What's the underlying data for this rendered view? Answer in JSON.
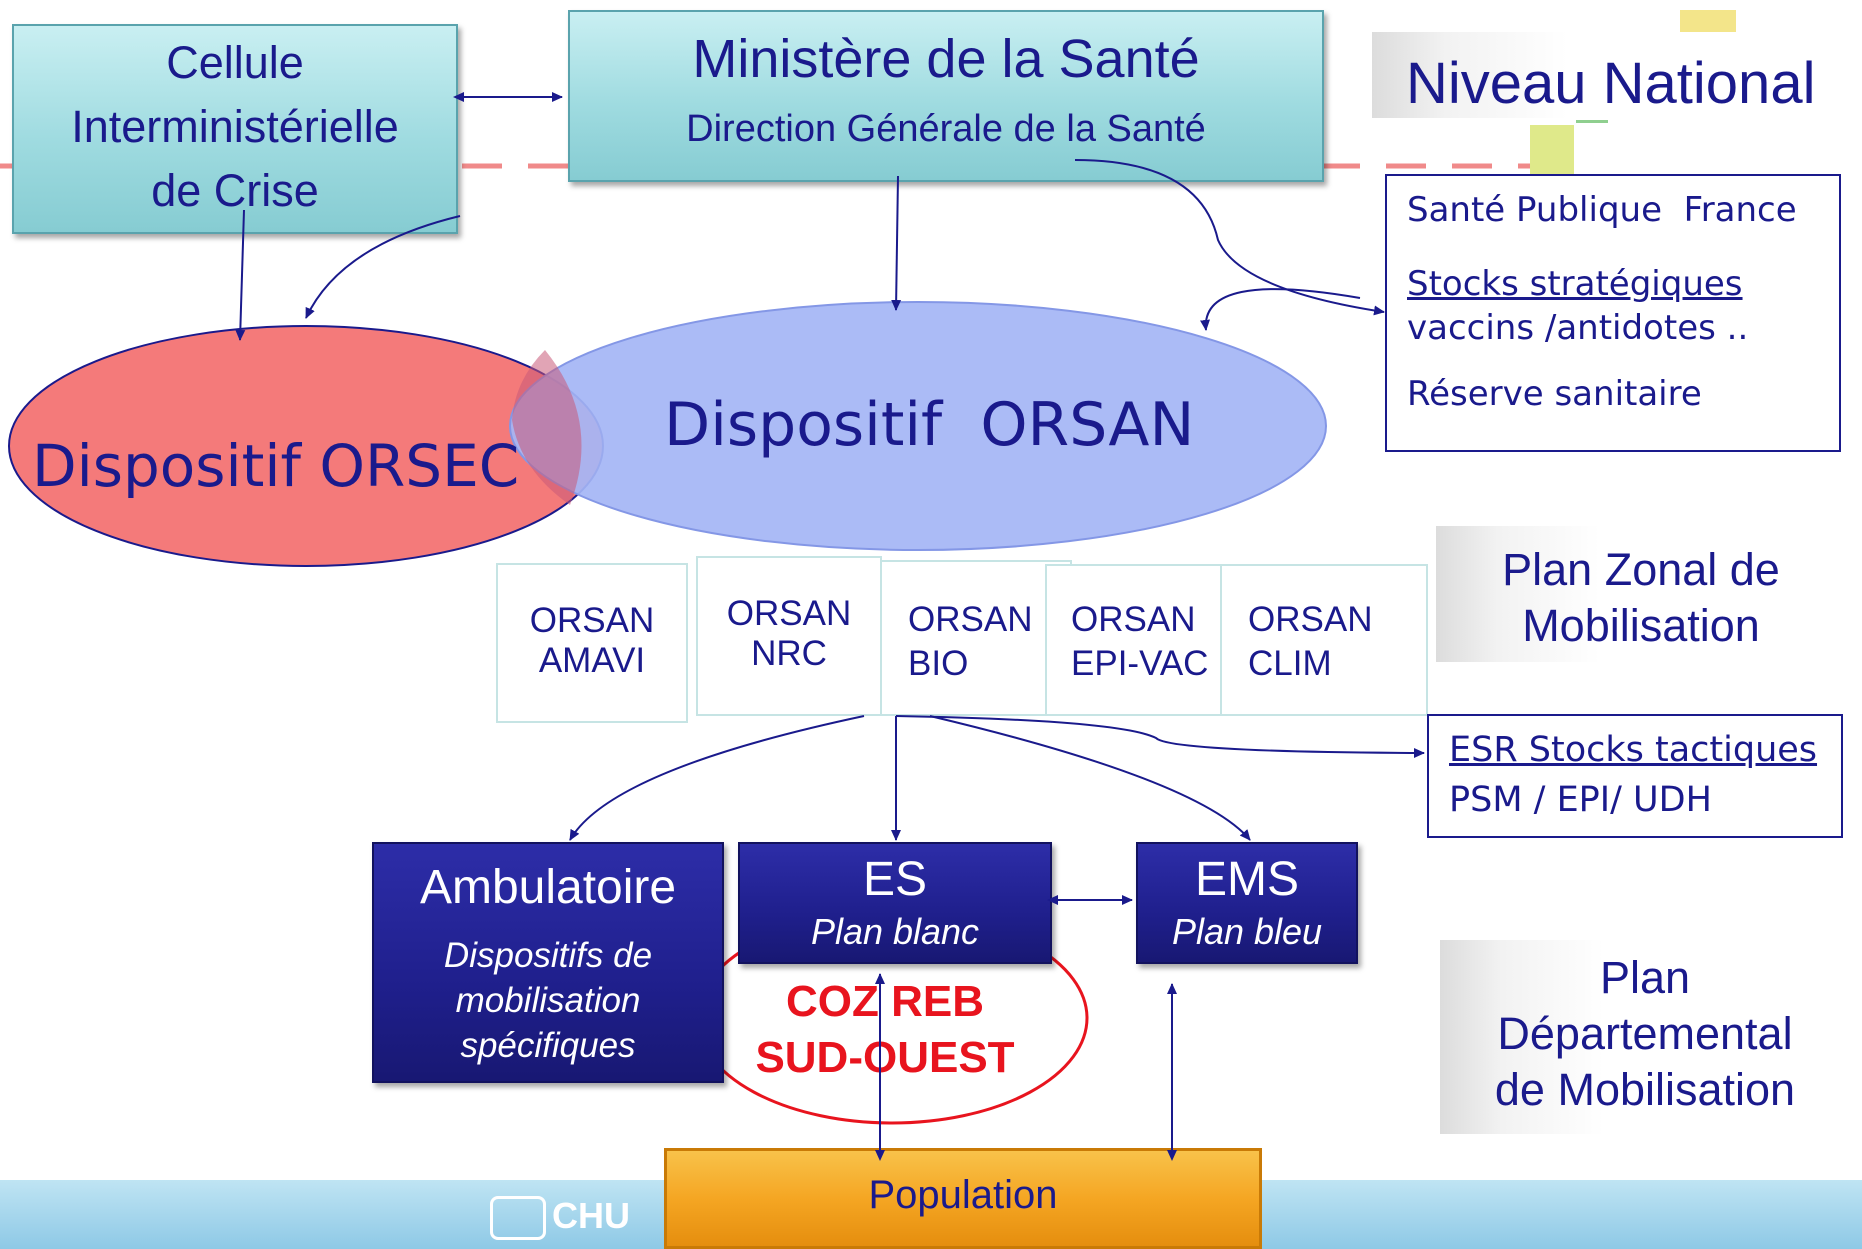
{
  "boxes": {
    "cellule": [
      "Cellule",
      "Interministérielle",
      "de Crise"
    ],
    "ministere": {
      "title": "Ministère de la Santé",
      "subtitle": "Direction Générale de la Santé"
    },
    "orsec": "Dispositif ORSEC",
    "orsan": "Dispositif  ORSAN",
    "orsan_plans": [
      {
        "l1": "ORSAN",
        "l2": "AMAVI"
      },
      {
        "l1": "ORSAN",
        "l2": "NRC"
      },
      {
        "l1": "ORSAN",
        "l2": "BIO"
      },
      {
        "l1": "ORSAN",
        "l2": "EPI-VAC"
      },
      {
        "l1": "ORSAN",
        "l2": "CLIM"
      }
    ],
    "ambulatoire": {
      "title": "Ambulatoire",
      "sub": [
        "Dispositifs de",
        "mobilisation",
        "spécifiques"
      ]
    },
    "es": {
      "title": "ES",
      "sub": "Plan blanc"
    },
    "ems": {
      "title": "EMS",
      "sub": "Plan bleu"
    },
    "cozreb": [
      "COZ REB",
      "SUD-OUEST"
    ],
    "population": "Population"
  },
  "side": {
    "national": "Niveau National",
    "spf": {
      "l1": "Santé Publique  France",
      "l2": "Stocks stratégiques",
      "l3": "vaccins /antidotes ..",
      "l4": "Réserve sanitaire"
    },
    "zonal": [
      "Plan Zonal de",
      "Mobilisation"
    ],
    "esr": {
      "l1": "ESR Stocks tactiques",
      "l2": "PSM / EPI/ UDH"
    },
    "departemental": [
      "Plan",
      "Départemental",
      "de Mobilisation"
    ]
  },
  "footer": {
    "logo_text": "CHU"
  },
  "colors": {
    "navy": "#1a1a8c",
    "teal": "#9fdbe0",
    "orsec": "#f47a7a",
    "orsan": "#a5b6f5",
    "population": "#f5a623",
    "cozreb": "#e8141e"
  }
}
